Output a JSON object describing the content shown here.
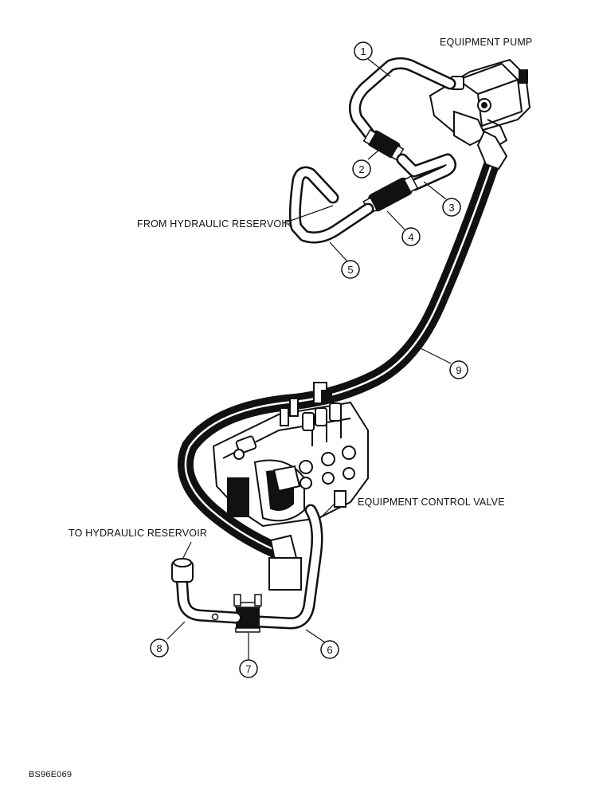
{
  "labels": {
    "equipment_pump": "EQUIPMENT PUMP",
    "from_reservoir": "FROM HYDRAULIC RESERVOIR",
    "control_valve": "EQUIPMENT CONTROL VALVE",
    "to_reservoir": "TO HYDRAULIC RESERVOIR",
    "figure_code": "BS96E069"
  },
  "callouts": [
    "1",
    "2",
    "3",
    "4",
    "5",
    "6",
    "7",
    "8",
    "9"
  ],
  "colors": {
    "ink": "#111111",
    "paper": "#ffffff"
  }
}
